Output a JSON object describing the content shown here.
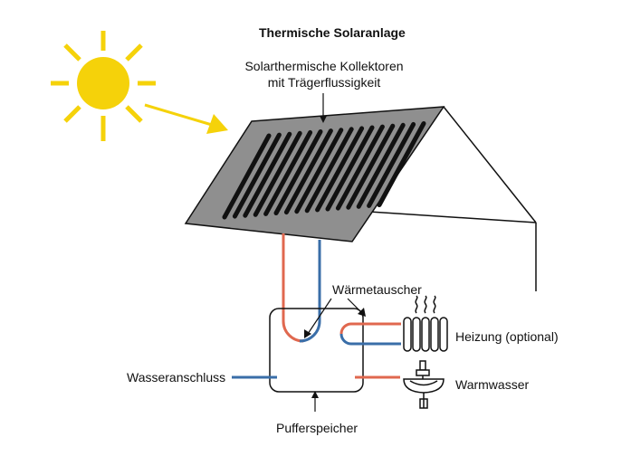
{
  "title": "Thermische Solaranlage",
  "labels": {
    "collector_line1": "Solarthermische Kollektoren",
    "collector_line2": "mit Trägerflussigkeit",
    "heat_exchanger": "Wärmetauscher",
    "heating": "Heizung (optional)",
    "water_inlet": "Wasseranschluss",
    "hot_water": "Warmwasser",
    "buffer_tank": "Pufferspeicher"
  },
  "colors": {
    "sun": "#f5d20a",
    "panel": "#8f8f8f",
    "panel_slots": "#111111",
    "hot_pipe": "#e0684f",
    "cold_pipe": "#3a6ea8",
    "line": "#111111"
  },
  "icons": [
    "sun-icon",
    "radiator-icon",
    "faucet-sink-icon"
  ]
}
